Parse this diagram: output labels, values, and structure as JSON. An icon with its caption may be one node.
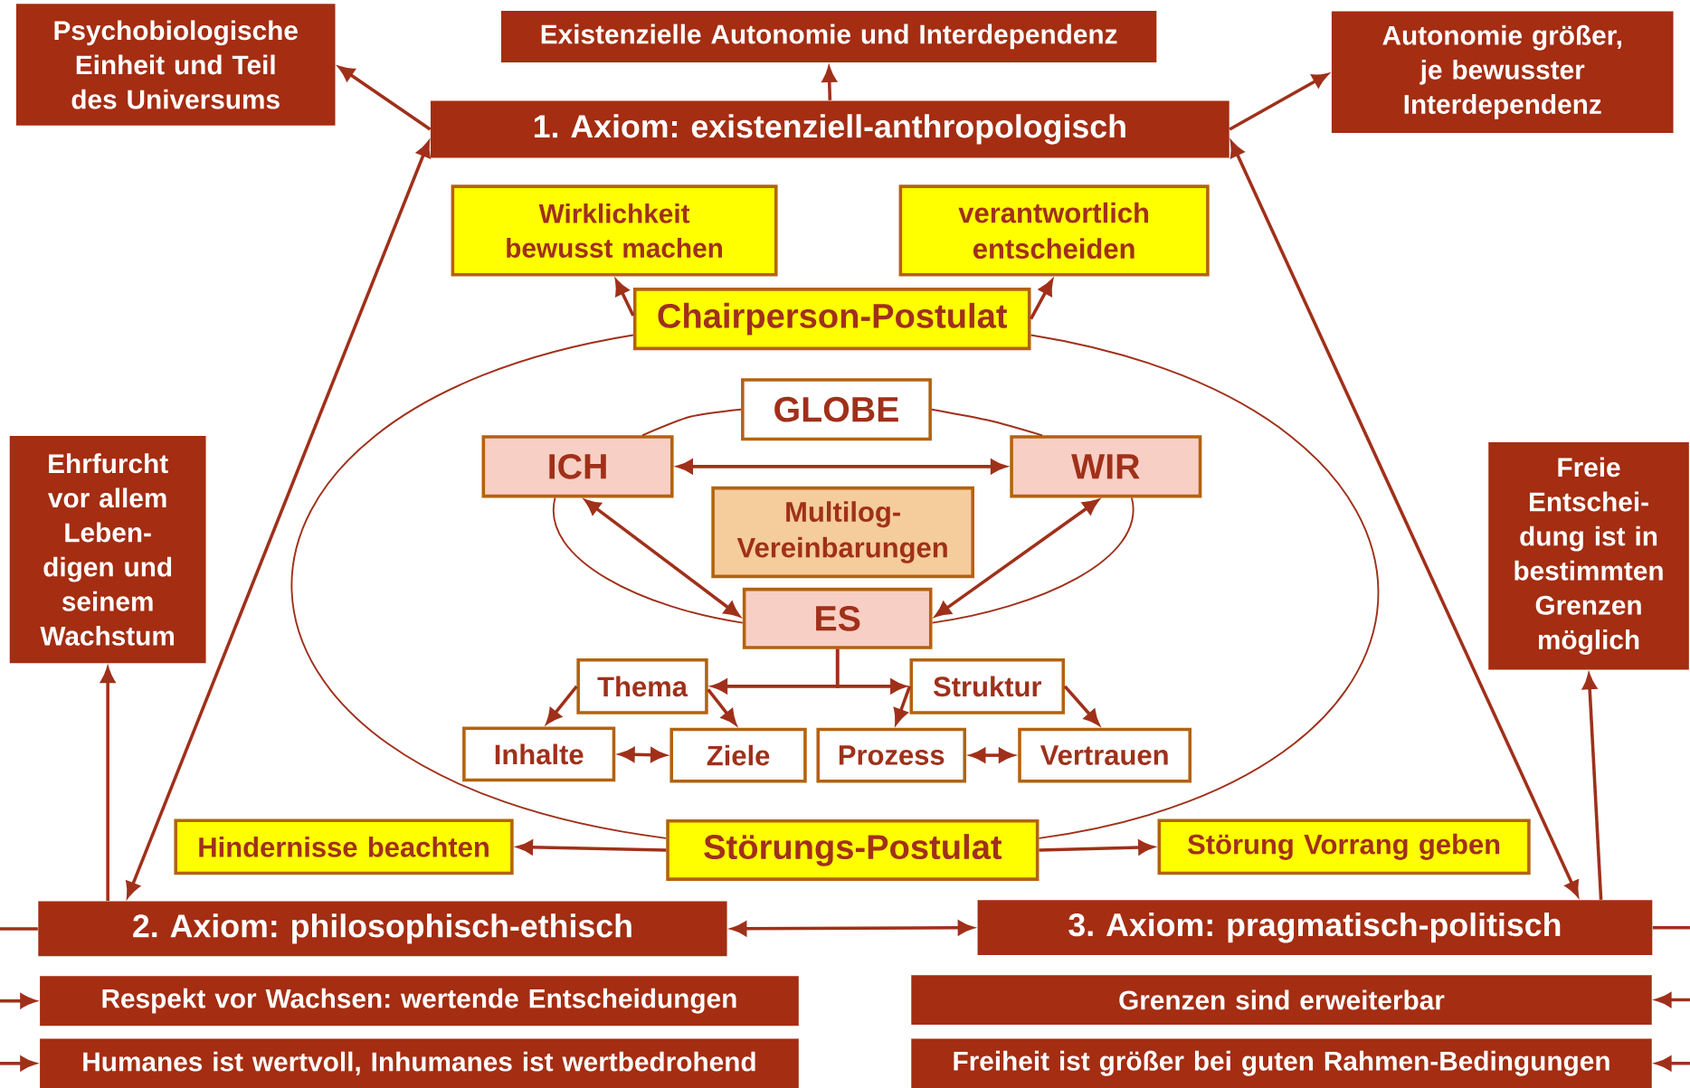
{
  "diagram": {
    "nodes": [
      {
        "text": [
          "1. Axiom: existenziell-anthropologisch"
        ]
      },
      {
        "text": [
          "Psychobiologische Einheit und Teil des Universums"
        ]
      },
      {
        "text": [
          "Existenzielle Autonomie und Interdependenz"
        ]
      },
      {
        "text": [
          "Autonomie größer, je bewusster Interdependenz"
        ]
      },
      {
        "text": [
          "Wirklichkeit bewusst machen"
        ]
      },
      {
        "text": [
          "verantwortlich entscheiden"
        ]
      },
      {
        "text": [
          "Chairperson-Postulat"
        ]
      },
      {
        "text": [
          "GLOBE"
        ]
      },
      {
        "text": [
          "ICH"
        ]
      },
      {
        "text": [
          "WIR"
        ]
      },
      {
        "text": [
          "Multilog-Vereinbarungen"
        ]
      },
      {
        "text": [
          "ES"
        ]
      },
      {
        "text": [
          "Thema"
        ]
      },
      {
        "text": [
          "Struktur"
        ]
      },
      {
        "text": [
          "Inhalte"
        ]
      },
      {
        "text": [
          "Ziele"
        ]
      },
      {
        "text": [
          "Prozess"
        ]
      },
      {
        "text": [
          "Vertrauen"
        ]
      },
      {
        "text": [
          "Ehrfurcht vor allem Leben- digen und seinem Wachstum"
        ]
      },
      {
        "text": [
          "Freie Entschei- dung ist in bestimmten Grenzen möglich"
        ]
      },
      {
        "text": [
          "Hindernisse beachten"
        ]
      },
      {
        "text": [
          "Störungs-Postulat"
        ]
      },
      {
        "text": [
          "Störung Vorrang geben"
        ]
      },
      {
        "text": [
          "2. Axiom: philosophisch-ethisch"
        ]
      },
      {
        "text": [
          "3. Axiom: pragmatisch-politisch"
        ]
      },
      {
        "text": [
          "Respekt vor Wachsen: wertende Entscheidungen"
        ]
      },
      {
        "text": [
          "Humanes ist wertvoll, Inhumanes ist wertbedrohend"
        ]
      },
      {
        "text": [
          "Grenzen sind erweiterbar"
        ]
      },
      {
        "text": [
          "Freiheit ist größer bei guten Rahmen-Bedingungen"
        ]
      }
    ],
    "edges": [
      {
        "from": 0,
        "to": 1,
        "arrow": "to"
      },
      {
        "from": 0,
        "to": 2,
        "arrow": "to"
      },
      {
        "from": 0,
        "to": 3,
        "arrow": "to"
      },
      {
        "from": 0,
        "to": 23,
        "arrow": "both"
      },
      {
        "from": 0,
        "to": 24,
        "arrow": "both"
      },
      {
        "from": 23,
        "to": 18,
        "arrow": "to"
      },
      {
        "from": 24,
        "to": 19,
        "arrow": "to"
      },
      {
        "from": 6,
        "to": 4,
        "arrow": "to"
      },
      {
        "from": 6,
        "to": 5,
        "arrow": "to"
      },
      {
        "from": 6,
        "to": 21,
        "arrow": "none"
      },
      {
        "from": 6,
        "to": 21,
        "arrow": "none"
      },
      {
        "from": 7,
        "to": 8,
        "arrow": "none"
      },
      {
        "from": 8,
        "to": 11,
        "arrow": "none"
      },
      {
        "from": 11,
        "to": 9,
        "arrow": "none"
      },
      {
        "from": 9,
        "to": 7,
        "arrow": "none"
      },
      {
        "from": 8,
        "to": 9,
        "arrow": "both"
      },
      {
        "from": 8,
        "to": 11,
        "arrow": "both"
      },
      {
        "from": 9,
        "to": 11,
        "arrow": "both"
      },
      {
        "from": 11,
        "to": 12,
        "arrow": "to"
      },
      {
        "from": 11,
        "to": 13,
        "arrow": "to"
      },
      {
        "from": 12,
        "to": 14,
        "arrow": "to"
      },
      {
        "from": 12,
        "to": 15,
        "arrow": "to"
      },
      {
        "from": 13,
        "to": 16,
        "arrow": "to"
      },
      {
        "from": 13,
        "to": 17,
        "arrow": "to"
      },
      {
        "from": 14,
        "to": 15,
        "arrow": "both"
      },
      {
        "from": 16,
        "to": 17,
        "arrow": "both"
      },
      {
        "from": 21,
        "to": 20,
        "arrow": "to"
      },
      {
        "from": 21,
        "to": 22,
        "arrow": "to"
      },
      {
        "from": 23,
        "to": 24,
        "arrow": "both"
      },
      {
        "from": 23,
        "to": null,
        "arrow": "none"
      },
      {
        "from": null,
        "to": 25,
        "arrow": "to"
      },
      {
        "from": null,
        "to": 26,
        "arrow": "to"
      },
      {
        "from": 24,
        "to": null,
        "arrow": "none"
      },
      {
        "from": null,
        "to": 27,
        "arrow": "to"
      },
      {
        "from": null,
        "to": 28,
        "arrow": "to"
      }
    ]
  }
}
